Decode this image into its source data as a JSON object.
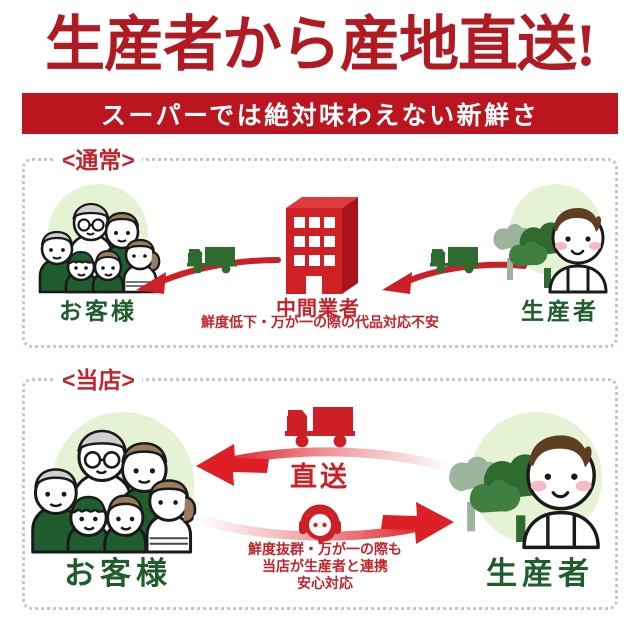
{
  "header": {
    "title": "生産者から産地直送!",
    "title_color": "#b01a23",
    "banner_text": "スーパーでは絶対味わえない新鮮さ",
    "banner_color": "#bb1620",
    "banner_text_color": "#ffffff"
  },
  "colors": {
    "red": "#c0252c",
    "bright_red": "#dd1f26",
    "dark_green": "#1f5c2e",
    "truck_green": "#2f6b2f",
    "pale_green": "#e6f2d4",
    "dotted_border": "#b9cfc0"
  },
  "panels": [
    {
      "id": "normal",
      "label": "<通常>",
      "flow_direction": "right-to-left",
      "nodes": [
        {
          "name": "customer",
          "label": "お客様",
          "icon": "family-group-icon"
        },
        {
          "name": "middleman",
          "label": "中間業者",
          "icon": "office-building-icon",
          "caption": "鮮度低下・万が一の際の代品対応不安"
        },
        {
          "name": "producer",
          "label": "生産者",
          "icon": "farmer-with-trees-icon"
        }
      ],
      "connectors": [
        {
          "name": "arrow-middleman-to-customer",
          "icon": "curved-arrow-left-icon",
          "vehicle": "green-truck-icon"
        },
        {
          "name": "arrow-producer-to-middleman",
          "icon": "curved-arrow-left-icon",
          "vehicle": "green-truck-icon"
        }
      ]
    },
    {
      "id": "ours",
      "label": "<当店>",
      "flow_direction": "bidirectional",
      "nodes": [
        {
          "name": "customer",
          "label": "お客様",
          "icon": "family-group-icon"
        },
        {
          "name": "producer",
          "label": "生産者",
          "icon": "farmer-with-trees-icon"
        }
      ],
      "center": {
        "vehicle": "red-truck-icon",
        "ship_label": "直送",
        "support_icon": "headset-operator-icon",
        "caption_lines": [
          "鮮度抜群・万が一の際も",
          "当店が生産者と連携",
          "安心対応"
        ]
      },
      "connectors": [
        {
          "name": "arrow-producer-to-customer",
          "icon": "thick-curved-arrow-left-icon"
        },
        {
          "name": "arrow-customer-to-producer",
          "icon": "thick-curved-arrow-right-icon"
        }
      ]
    }
  ]
}
